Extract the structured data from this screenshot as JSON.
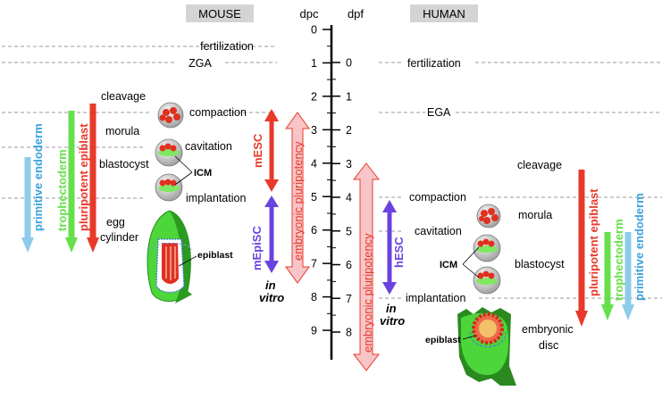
{
  "header": {
    "mouse": "MOUSE",
    "human": "HUMAN",
    "dpc": "dpc",
    "dpf": "dpf"
  },
  "axis": {
    "dpc_ticks": [
      "0",
      "1",
      "2",
      "3",
      "4",
      "5",
      "6",
      "7",
      "8",
      "9"
    ],
    "dpf_ticks": [
      "0",
      "1",
      "2",
      "3",
      "4",
      "5",
      "6",
      "7",
      "8"
    ]
  },
  "mouse": {
    "events": [
      "fertilization",
      "ZGA",
      "compaction",
      "cavitation",
      "implantation"
    ],
    "stages": [
      "cleavage",
      "morula",
      "blastocyst",
      "egg",
      "cylinder"
    ],
    "icm": "ICM",
    "epiblast": "epiblast",
    "lineages": [
      "primitive endoderm",
      "trophectoderm",
      "pluripotent epiblast"
    ],
    "mesc": "mESC",
    "mepisc": "mEpiSC",
    "pluripotency": "embryonic pluripotency",
    "in_vitro": [
      "in",
      "vitro"
    ]
  },
  "human": {
    "events": [
      "fertilization",
      "EGA",
      "compaction",
      "cavitation",
      "implantation"
    ],
    "stages": [
      "cleavage",
      "morula",
      "blastocyst",
      "embryonic",
      "disc"
    ],
    "icm": "ICM",
    "epiblast": "epiblast",
    "lineages": [
      "pluripotent epiblast",
      "trophectoderm",
      "primitive endoderm"
    ],
    "hesc": "hESC",
    "pluripotency": "embryonic pluripotency",
    "in_vitro": [
      "in",
      "vitro"
    ]
  },
  "colors": {
    "red": "#e8392a",
    "green": "#66e04a",
    "blue": "#8ecbea",
    "blue_text": "#3ba3dc",
    "purple": "#6a42e0",
    "pink": "#f7c5c8",
    "pink_edge": "#e8392a",
    "header_bg": "#d4d4d4"
  }
}
